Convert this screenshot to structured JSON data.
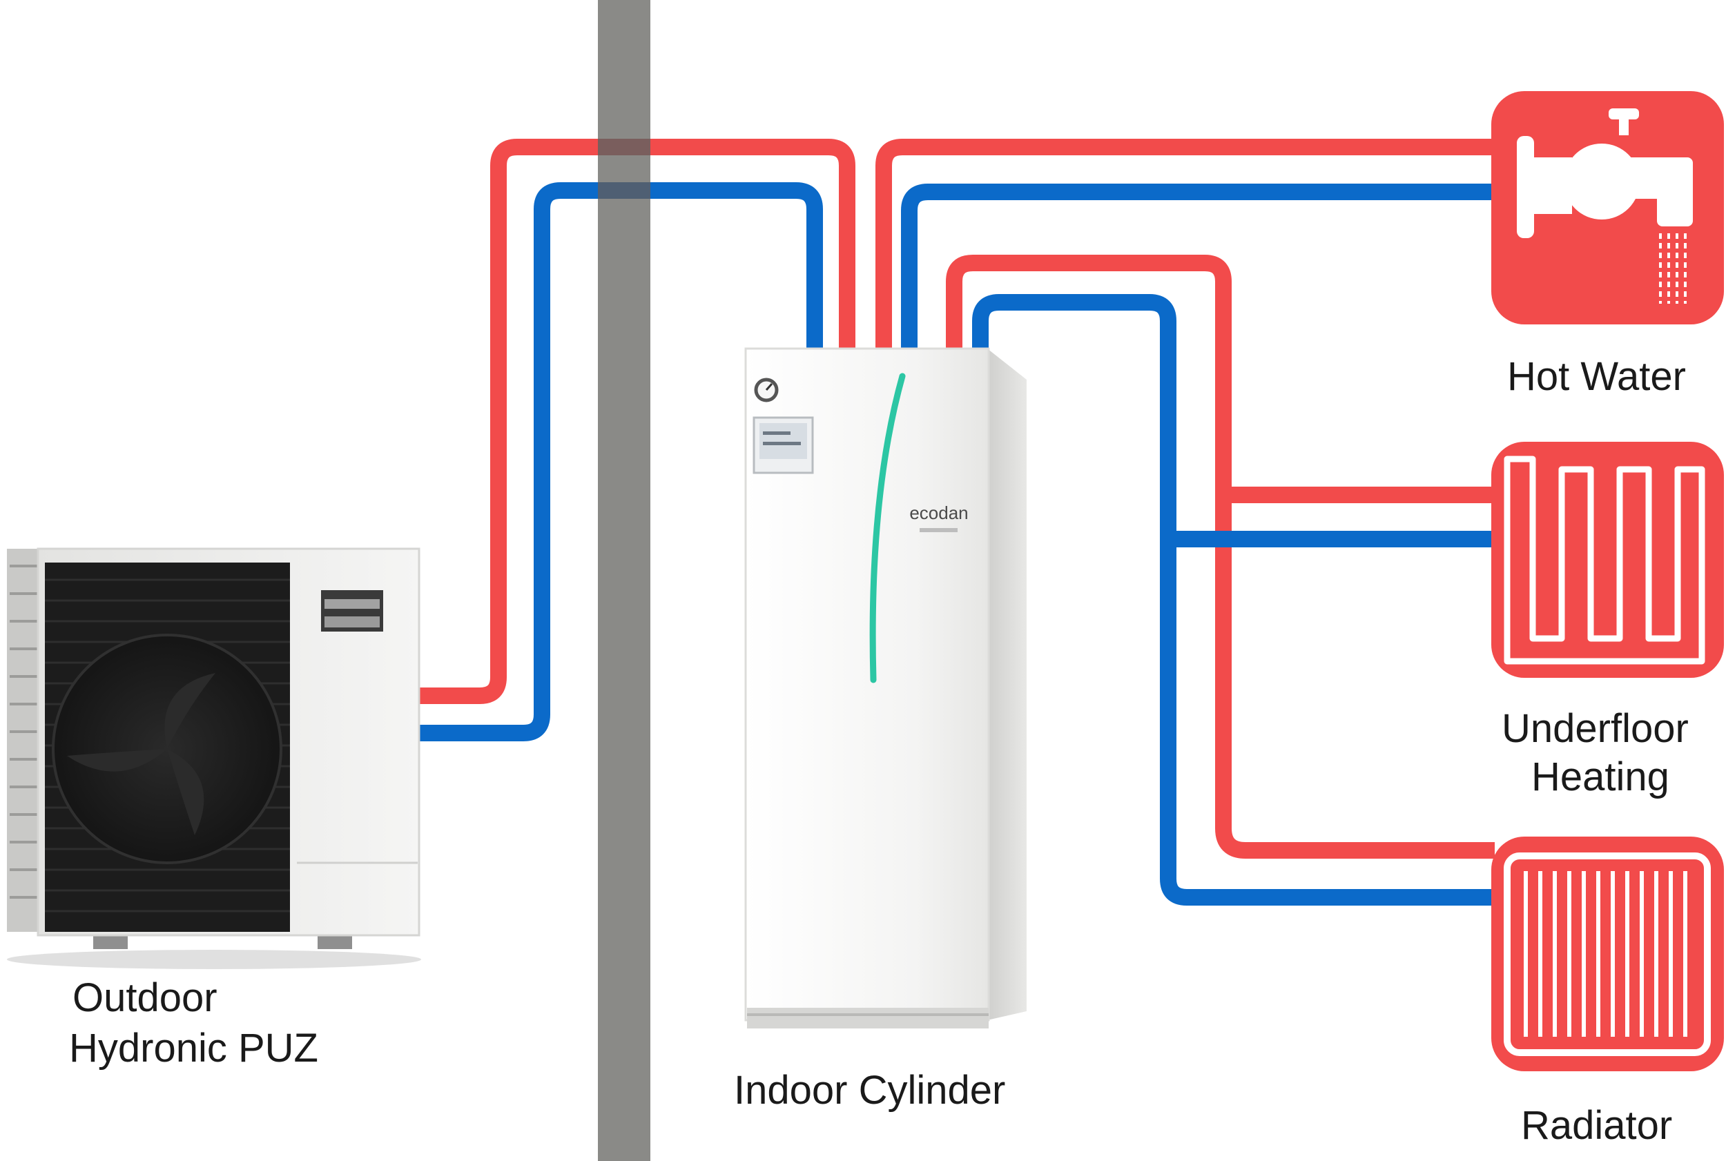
{
  "labels": {
    "outdoor_line1": "Outdoor",
    "outdoor_line2": "Hydronic PUZ",
    "indoor": "Indoor Cylinder",
    "hot_water": "Hot Water",
    "underfloor_line1": "Underfloor",
    "underfloor_line2": "Heating",
    "radiator": "Radiator",
    "brand": "ecodan"
  },
  "colors": {
    "hot_pipe": "#f24b4b",
    "cold_pipe": "#0b6ac9",
    "wall": "#8a8a87",
    "icon_background": "#f24b4b",
    "unit_body": "#f1f1f0",
    "fan_grille": "#222222",
    "accent_stripe": "#2cc6a4"
  },
  "icons": [
    "faucet-icon",
    "underfloor-heating-icon",
    "radiator-icon",
    "pressure-gauge-icon",
    "control-display-icon"
  ]
}
